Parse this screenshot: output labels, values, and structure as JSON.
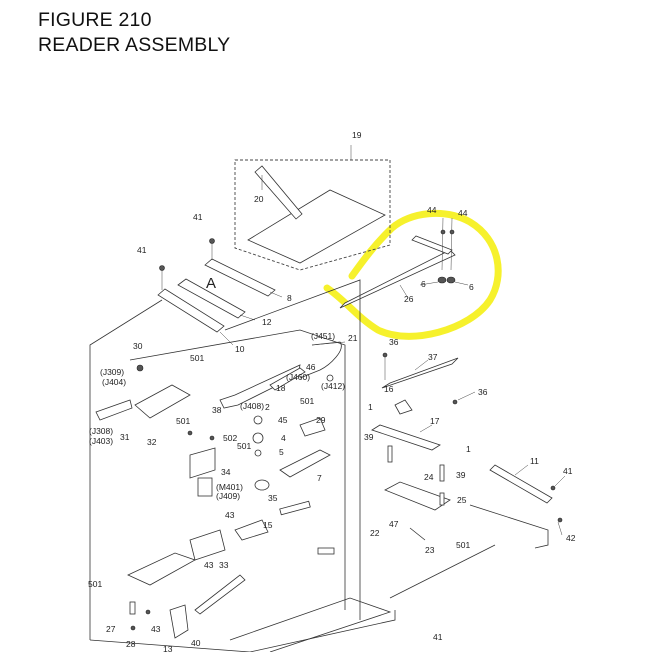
{
  "header": {
    "figure_number": "FIGURE 210",
    "figure_title": "READER ASSEMBLY"
  },
  "view_label": "A",
  "highlight_color": "#f5f01a",
  "callouts": [
    "19",
    "20",
    "41",
    "41",
    "8",
    "12",
    "10",
    "44",
    "44",
    "6",
    "6",
    "26",
    "21",
    "(J451)",
    "30",
    "501",
    "(J309)",
    "(J404)",
    "46",
    "(J460)",
    "(J412)",
    "18",
    "36",
    "37",
    "16",
    "36",
    "501",
    "(J408)",
    "1",
    "17",
    "38",
    "2",
    "45",
    "29",
    "501",
    "502",
    "4",
    "(J308)",
    "(J403)",
    "31",
    "32",
    "1",
    "39",
    "39",
    "501",
    "5",
    "34",
    "(M401)",
    "(J409)",
    "35",
    "7",
    "24",
    "25",
    "11",
    "41",
    "43",
    "15",
    "47",
    "22",
    "23",
    "501",
    "42",
    "501",
    "43",
    "33",
    "27",
    "43",
    "28",
    "13",
    "40",
    "41"
  ]
}
